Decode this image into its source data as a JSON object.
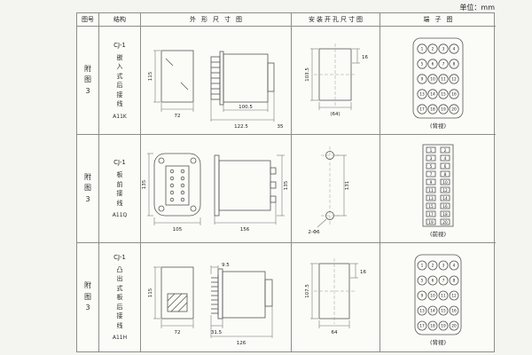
{
  "unit_label": "单位：mm",
  "headers": {
    "fig_no": "图号",
    "structure": "结构",
    "outline": "外形尺寸图",
    "install": "安装开孔尺寸图",
    "terminal": "端子图"
  },
  "rows": [
    {
      "fig_no": "附图3",
      "model": "CJ-1",
      "structure": "嵌入式后接线",
      "code": "A11K",
      "outline": {
        "h": "115",
        "w": "72",
        "d1": "100.5",
        "d2": "122.5",
        "d3": "35"
      },
      "install": {
        "h": "103.5",
        "w1": "16",
        "w2": "(64)"
      },
      "terminal_view": "(背视)",
      "terminals": [
        "1",
        "2",
        "3",
        "4",
        "5",
        "6",
        "7",
        "8",
        "9",
        "10",
        "11",
        "12",
        "13",
        "14",
        "15",
        "16",
        "17",
        "18",
        "19",
        "20"
      ]
    },
    {
      "fig_no": "附图3",
      "model": "CJ-1",
      "structure": "板前接线",
      "code": "A11Q",
      "outline": {
        "h": "135",
        "w": "105",
        "d1": "156",
        "d2": "135"
      },
      "install": {
        "h": "131",
        "holes": "2-Φ6"
      },
      "terminal_view": "(前视)",
      "terminals": [
        "1",
        "2",
        "3",
        "4",
        "5",
        "6",
        "7",
        "8",
        "9",
        "10",
        "11",
        "12",
        "13",
        "14",
        "15",
        "16",
        "17",
        "18",
        "19",
        "20"
      ]
    },
    {
      "fig_no": "附图3",
      "model": "CJ-1",
      "structure": "凸出式板后接线",
      "code": "A11H",
      "outline": {
        "h": "115",
        "w": "72",
        "d1": "9.5",
        "d2": "31.5",
        "d3": "126"
      },
      "install": {
        "h": "107.5",
        "w1": "16",
        "w2": "64"
      },
      "terminal_view": "(背视)",
      "terminals": [
        "1",
        "2",
        "3",
        "4",
        "5",
        "6",
        "7",
        "8",
        "9",
        "10",
        "11",
        "12",
        "13",
        "14",
        "15",
        "16",
        "17",
        "18",
        "19",
        "20"
      ]
    }
  ]
}
